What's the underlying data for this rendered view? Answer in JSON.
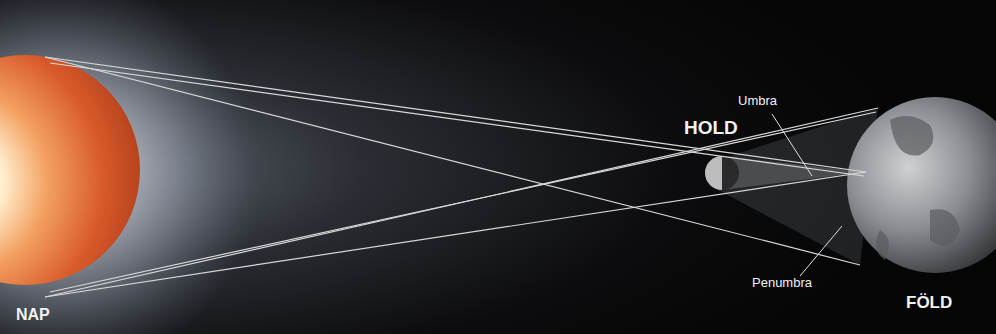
{
  "diagram": {
    "labels": [
      "Umbra",
      "HOLD",
      "Penumbra",
      "NAP",
      "FÖLD"
    ]
  }
}
